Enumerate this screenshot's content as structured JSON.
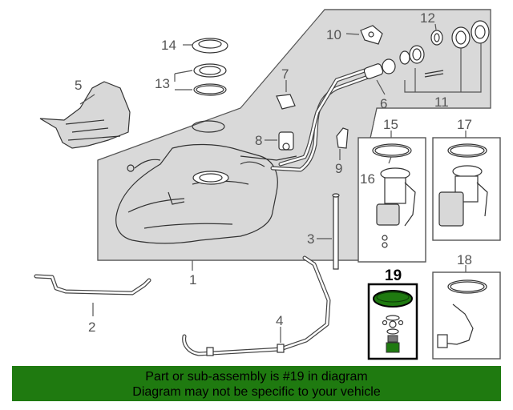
{
  "diagram": {
    "callouts": {
      "c1": "1",
      "c2": "2",
      "c3": "3",
      "c4": "4",
      "c5": "5",
      "c6": "6",
      "c7": "7",
      "c8": "8",
      "c9": "9",
      "c10": "10",
      "c11": "11",
      "c12": "12",
      "c13": "13",
      "c14": "14",
      "c15": "15",
      "c16": "16",
      "c17": "17",
      "c18": "18",
      "c19": "19"
    },
    "highlighted_part": "19",
    "highlight_color": "#1f7a10"
  },
  "notice": {
    "line1": "Part or sub-assembly is #19 in diagram",
    "line2": "Diagram may not be specific to your vehicle",
    "background": "#1f7a10"
  }
}
